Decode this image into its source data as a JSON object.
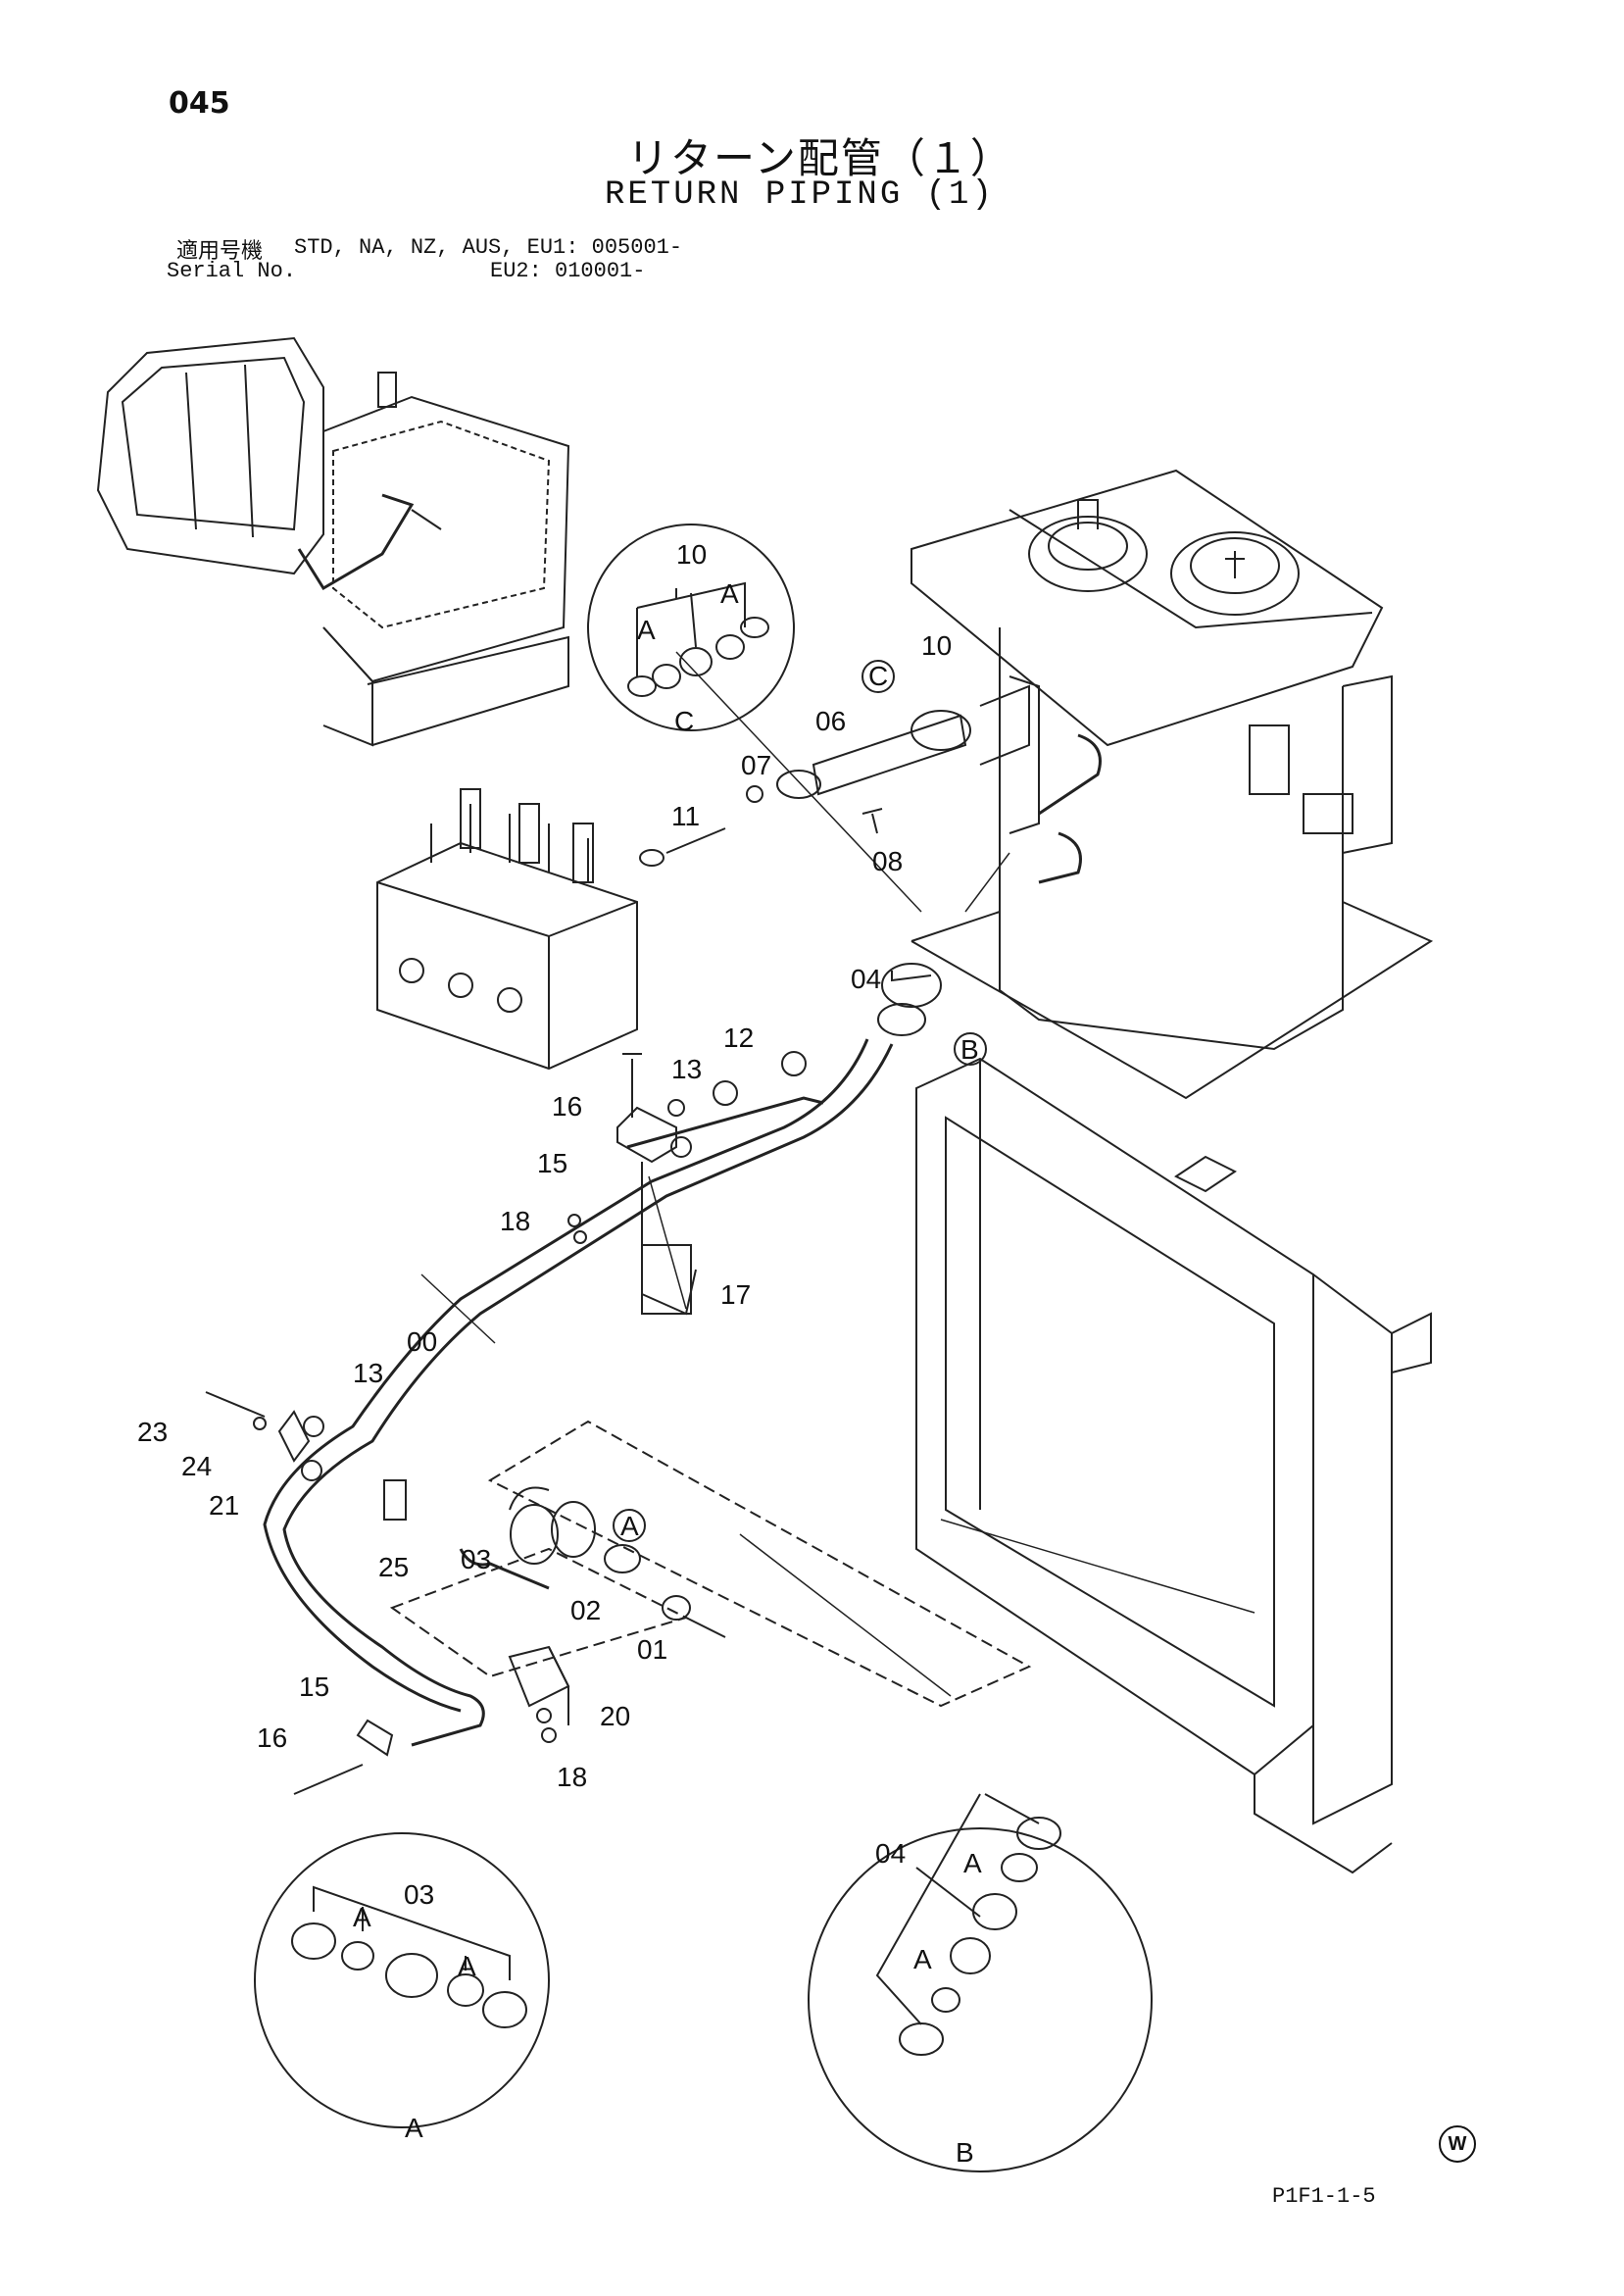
{
  "header": {
    "page_number": "045",
    "title_jp": "リターン配管（１）",
    "title_en": "RETURN PIPING (1)",
    "serial_label_jp": "適用号機",
    "serial_label_en": "Serial No.",
    "serial_line1": "STD, NA, NZ, AUS, EU1: 005001-",
    "serial_line2": "EU2: 010001-"
  },
  "footer": {
    "figure_code": "P1F1-1-5",
    "mark": "W"
  },
  "callouts": [
    {
      "id": "c10a",
      "text": "10"
    },
    {
      "id": "cAa",
      "text": "A"
    },
    {
      "id": "cAb",
      "text": "A"
    },
    {
      "id": "cCa",
      "text": "C"
    },
    {
      "id": "cC",
      "text": "C"
    },
    {
      "id": "c10b",
      "text": "10"
    },
    {
      "id": "c06",
      "text": "06"
    },
    {
      "id": "c07",
      "text": "07"
    },
    {
      "id": "c11",
      "text": "11"
    },
    {
      "id": "c08",
      "text": "08"
    },
    {
      "id": "c04a",
      "text": "04"
    },
    {
      "id": "cB",
      "text": "B"
    },
    {
      "id": "c12",
      "text": "12"
    },
    {
      "id": "c13a",
      "text": "13"
    },
    {
      "id": "c16a",
      "text": "16"
    },
    {
      "id": "c15a",
      "text": "15"
    },
    {
      "id": "c18a",
      "text": "18"
    },
    {
      "id": "c17",
      "text": "17"
    },
    {
      "id": "c00",
      "text": "00"
    },
    {
      "id": "c13b",
      "text": "13"
    },
    {
      "id": "c23",
      "text": "23"
    },
    {
      "id": "c24",
      "text": "24"
    },
    {
      "id": "c21",
      "text": "21"
    },
    {
      "id": "c25",
      "text": "25"
    },
    {
      "id": "cA",
      "text": "A"
    },
    {
      "id": "c03a",
      "text": "03"
    },
    {
      "id": "c02",
      "text": "02"
    },
    {
      "id": "c01",
      "text": "01"
    },
    {
      "id": "c20",
      "text": "20"
    },
    {
      "id": "c15b",
      "text": "15"
    },
    {
      "id": "c16b",
      "text": "16"
    },
    {
      "id": "c18b",
      "text": "18"
    },
    {
      "id": "c03b",
      "text": "03"
    },
    {
      "id": "cAc",
      "text": "A"
    },
    {
      "id": "cAd",
      "text": "A"
    },
    {
      "id": "cAe",
      "text": "A"
    },
    {
      "id": "c04b",
      "text": "04"
    },
    {
      "id": "cAf",
      "text": "A"
    },
    {
      "id": "cAg",
      "text": "A"
    },
    {
      "id": "cBb",
      "text": "B"
    }
  ]
}
